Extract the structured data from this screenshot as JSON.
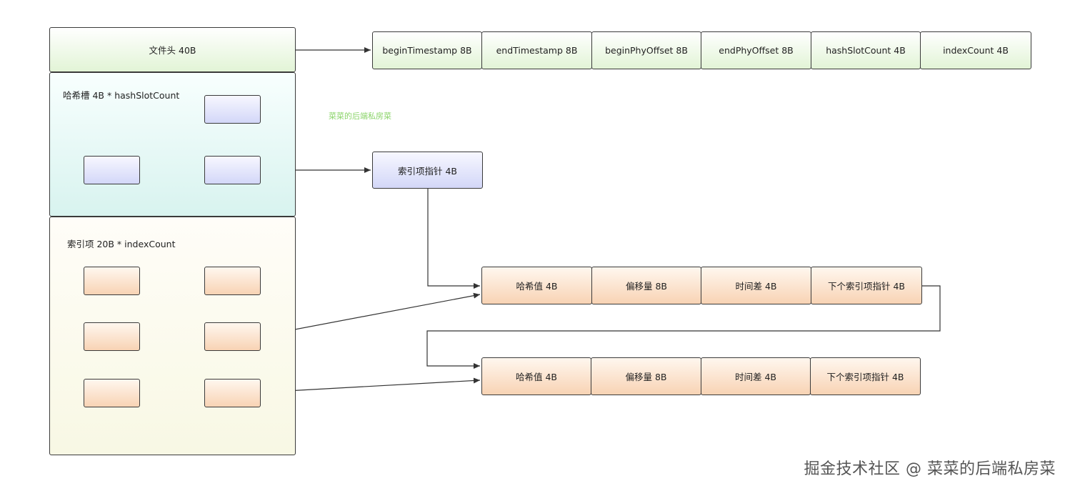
{
  "file_header": {
    "label": "文件头 40B"
  },
  "header_fields": [
    "beginTimestamp 8B",
    "endTimestamp 8B",
    "beginPhyOffset 8B",
    "endPhyOffset 8B",
    "hashSlotCount 4B",
    "indexCount 4B"
  ],
  "hash_slots": {
    "label": "哈希槽 4B * hashSlotCount"
  },
  "index_pointer": {
    "label": "索引项指针 4B"
  },
  "index_items": {
    "label": "索引项 20B * indexCount"
  },
  "index_entry_1": [
    "哈希值 4B",
    "偏移量 8B",
    "时间差 4B",
    "下个索引项指针 4B"
  ],
  "index_entry_2": [
    "哈希值 4B",
    "偏移量 8B",
    "时间差 4B",
    "下个索引项指针 4B"
  ],
  "watermark_small": "菜菜的后端私房菜",
  "watermark": "掘金技术社区 @ 菜菜的后端私房菜"
}
